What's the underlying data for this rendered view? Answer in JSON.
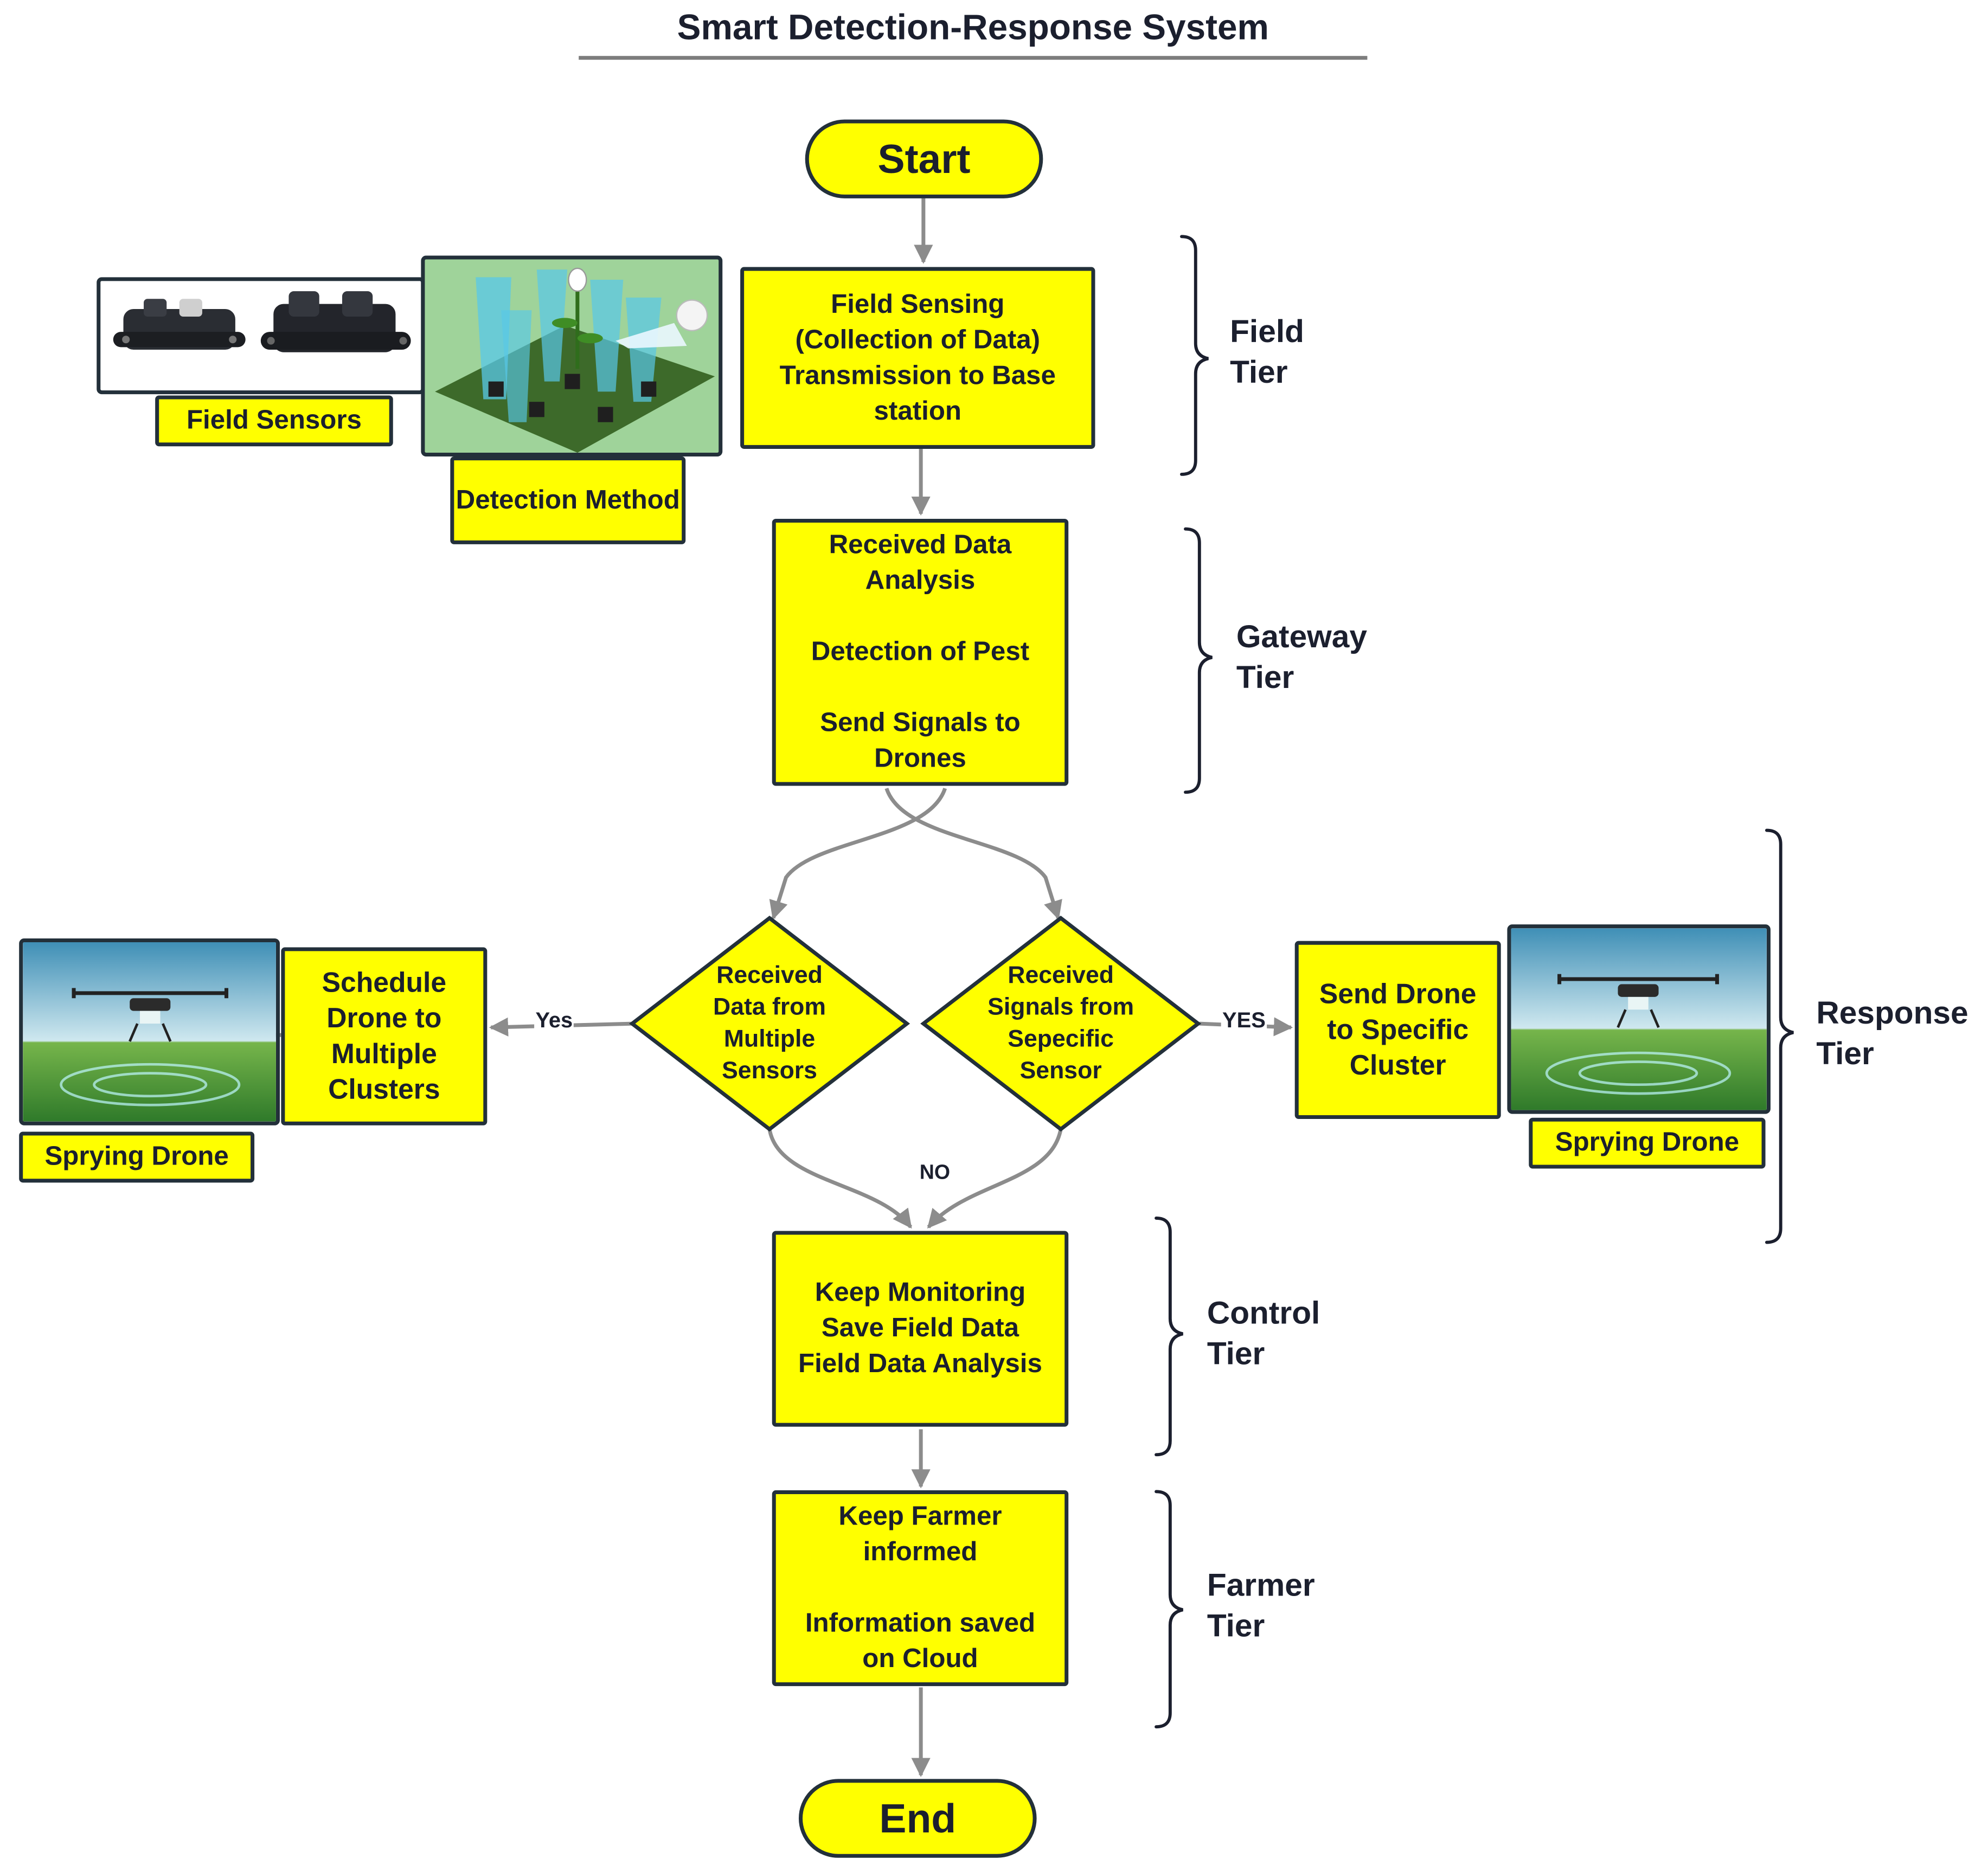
{
  "title": "Smart Detection-Response System",
  "colors": {
    "box_fill": "#ffff00",
    "box_border": "#23303a",
    "text": "#1b1f2e",
    "connector": "#8c8c8c"
  },
  "terminals": {
    "start": "Start",
    "end": "End"
  },
  "field_step": {
    "lines": [
      "Field Sensing",
      "(Collection of Data)",
      "Transmission to Base",
      "station"
    ]
  },
  "gateway_step": {
    "line1": "Received Data",
    "line2": "Analysis",
    "line3": "Detection of Pest",
    "line4": "Send Signals to",
    "line5": "Drones"
  },
  "decision_multi": {
    "lines": [
      "Received",
      "Data from",
      "Multiple",
      "Sensors"
    ]
  },
  "decision_specific": {
    "lines": [
      "Received",
      "Signals from",
      "Sepecific",
      "Sensor"
    ]
  },
  "schedule_step": {
    "lines": [
      "Schedule",
      "Drone to",
      "Multiple",
      "Clusters"
    ]
  },
  "send_step": {
    "lines": [
      "Send Drone",
      "to Specific",
      "Cluster"
    ]
  },
  "control_step": {
    "lines": [
      "Keep Monitoring",
      "Save Field Data",
      "Field Data Analysis"
    ]
  },
  "farmer_step": {
    "line1": "Keep Farmer",
    "line2": "informed",
    "line3": "Information saved",
    "line4": "on Cloud"
  },
  "image_labels": {
    "field_sensors": "Field Sensors",
    "detection_method": "Detection Method",
    "spraying_drone_left": "Sprying Drone",
    "spraying_drone_right": "Sprying Drone"
  },
  "edge_labels": {
    "yes_left": "Yes",
    "yes_right": "YES",
    "no": "NO"
  },
  "tiers": {
    "field": [
      "Field",
      "Tier"
    ],
    "gateway": [
      "Gateway",
      "Tier"
    ],
    "response": [
      "Response",
      "Tier"
    ],
    "control": [
      "Control",
      "Tier"
    ],
    "farmer": [
      "Farmer",
      "Tier"
    ]
  }
}
